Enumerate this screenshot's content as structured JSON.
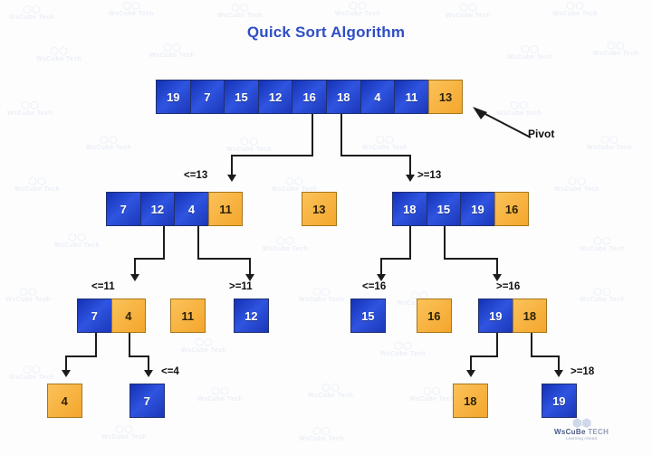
{
  "title": "Quick Sort Algorithm",
  "pivot_callout": "Pivot",
  "brand": {
    "name": "WsCuBe",
    "name2": "TECH",
    "tagline": "Learning Ahead",
    "hex": "⬢⬢"
  },
  "colors": {
    "title": "#2f4ec4",
    "blue": "#2f54e0",
    "orange": "#f4a62c",
    "connector": "#1c1c1c"
  },
  "watermark_text": "WsCube Tech",
  "levels": [
    {
      "id": "level-1",
      "groups": [
        {
          "id": "root-array",
          "cells": [
            {
              "value": "19",
              "kind": "blue"
            },
            {
              "value": "7",
              "kind": "blue"
            },
            {
              "value": "15",
              "kind": "blue"
            },
            {
              "value": "12",
              "kind": "blue"
            },
            {
              "value": "16",
              "kind": "blue"
            },
            {
              "value": "18",
              "kind": "blue"
            },
            {
              "value": "4",
              "kind": "blue"
            },
            {
              "value": "11",
              "kind": "blue"
            },
            {
              "value": "13",
              "kind": "orange"
            }
          ]
        }
      ]
    },
    {
      "id": "level-2",
      "groups": [
        {
          "id": "left-partition",
          "label": "<=13",
          "cells": [
            {
              "value": "7",
              "kind": "blue"
            },
            {
              "value": "12",
              "kind": "blue"
            },
            {
              "value": "4",
              "kind": "blue"
            },
            {
              "value": "11",
              "kind": "orange"
            }
          ]
        },
        {
          "id": "pivot-13",
          "label": "",
          "cells": [
            {
              "value": "13",
              "kind": "orange"
            }
          ]
        },
        {
          "id": "right-partition",
          "label": ">=13",
          "cells": [
            {
              "value": "18",
              "kind": "blue"
            },
            {
              "value": "15",
              "kind": "blue"
            },
            {
              "value": "19",
              "kind": "blue"
            },
            {
              "value": "16",
              "kind": "orange"
            }
          ]
        }
      ]
    },
    {
      "id": "level-3",
      "groups": [
        {
          "id": "ll-partition",
          "label": "<=11",
          "cells": [
            {
              "value": "7",
              "kind": "blue"
            },
            {
              "value": "4",
              "kind": "orange"
            }
          ]
        },
        {
          "id": "pivot-11",
          "label": "",
          "cells": [
            {
              "value": "11",
              "kind": "orange"
            }
          ]
        },
        {
          "id": "lr-partition",
          "label": ">=11",
          "cells": [
            {
              "value": "12",
              "kind": "blue"
            }
          ]
        },
        {
          "id": "rl-partition",
          "label": "<=16",
          "cells": [
            {
              "value": "15",
              "kind": "blue"
            }
          ]
        },
        {
          "id": "pivot-16",
          "label": "",
          "cells": [
            {
              "value": "16",
              "kind": "orange"
            }
          ]
        },
        {
          "id": "rr-partition",
          "label": ">=16",
          "cells": [
            {
              "value": "19",
              "kind": "blue"
            },
            {
              "value": "18",
              "kind": "orange"
            }
          ]
        }
      ]
    },
    {
      "id": "level-4",
      "groups": [
        {
          "id": "pivot-4",
          "label": "",
          "cells": [
            {
              "value": "4",
              "kind": "orange"
            }
          ]
        },
        {
          "id": "leaf-7",
          "label": "<=4",
          "cells": [
            {
              "value": "7",
              "kind": "blue"
            }
          ]
        },
        {
          "id": "pivot-18",
          "label": "",
          "cells": [
            {
              "value": "18",
              "kind": "orange"
            }
          ]
        },
        {
          "id": "leaf-19",
          "label": ">=18",
          "cells": [
            {
              "value": "19",
              "kind": "blue"
            }
          ]
        }
      ]
    }
  ],
  "labels": {
    "le13": "<=13",
    "ge13": ">=13",
    "le11": "<=11",
    "ge11": ">=11",
    "le16": "<=16",
    "ge16": ">=16",
    "le4": "<=4",
    "ge18": ">=18"
  }
}
